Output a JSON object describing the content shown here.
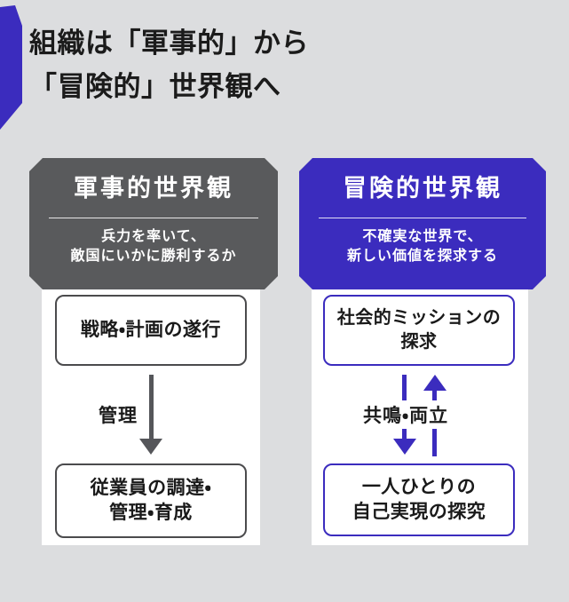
{
  "title": {
    "line1": "組織は「軍事的」から",
    "line2": "「冒険的」世界観へ"
  },
  "colors": {
    "background": "#dcdddf",
    "accent_blue": "#3b2cbe",
    "header_gray": "#595a5c",
    "panel_white": "#ffffff",
    "arrow_gray": "#55565a",
    "text_black": "#1a1a1a"
  },
  "left_column": {
    "header": {
      "title": "軍事的世界観",
      "subtitle_line1": "兵力を率いて、",
      "subtitle_line2": "敵国にいかに勝利するか"
    },
    "box_top": "戦略・計画の遂行",
    "arrow_label": "管理",
    "box_bottom_line1": "従業員の調達・",
    "box_bottom_line2": "管理・育成"
  },
  "right_column": {
    "header": {
      "title": "冒険的世界観",
      "subtitle_line1": "不確実な世界で、",
      "subtitle_line2": "新しい価値を探求する"
    },
    "box_top_line1": "社会的ミッションの",
    "box_top_line2": "探求",
    "arrow_label": "共鳴・両立",
    "box_bottom_line1": "一人ひとりの",
    "box_bottom_line2": "自己実現の探究"
  }
}
